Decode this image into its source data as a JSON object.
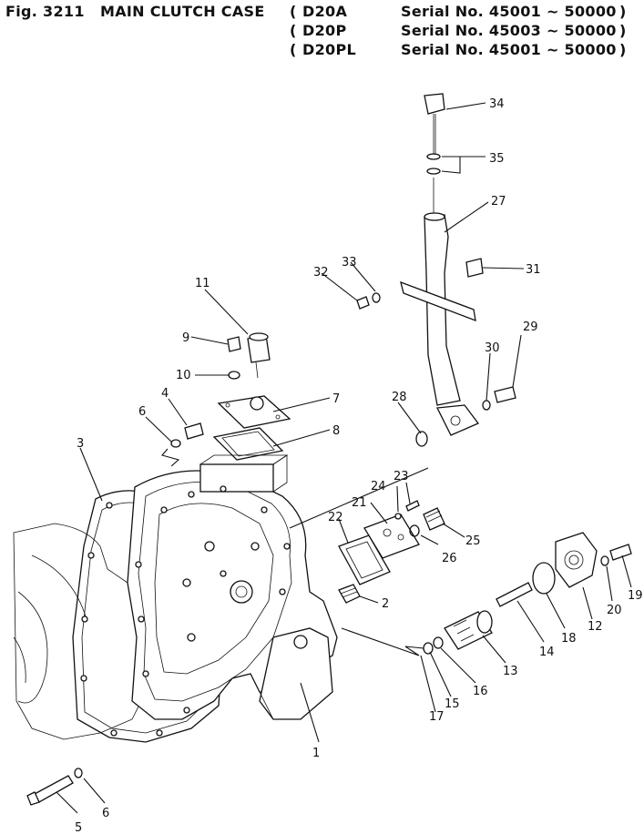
{
  "header": {
    "figure": "Fig. 3211",
    "title": "MAIN CLUTCH CASE",
    "models": [
      {
        "model": "D20A",
        "serial": "Serial No. 45001 ~ 50000"
      },
      {
        "model": "D20P",
        "serial": "Serial No. 45003 ~ 50000"
      },
      {
        "model": "D20PL",
        "serial": "Serial No. 45001 ~ 50000"
      }
    ]
  },
  "callouts": [
    "1",
    "2",
    "3",
    "4",
    "5",
    "6",
    "6",
    "7",
    "8",
    "9",
    "10",
    "11",
    "12",
    "13",
    "14",
    "15",
    "16",
    "17",
    "18",
    "19",
    "20",
    "21",
    "22",
    "23",
    "24",
    "25",
    "26",
    "27",
    "28",
    "29",
    "30",
    "31",
    "32",
    "33",
    "34",
    "35"
  ]
}
